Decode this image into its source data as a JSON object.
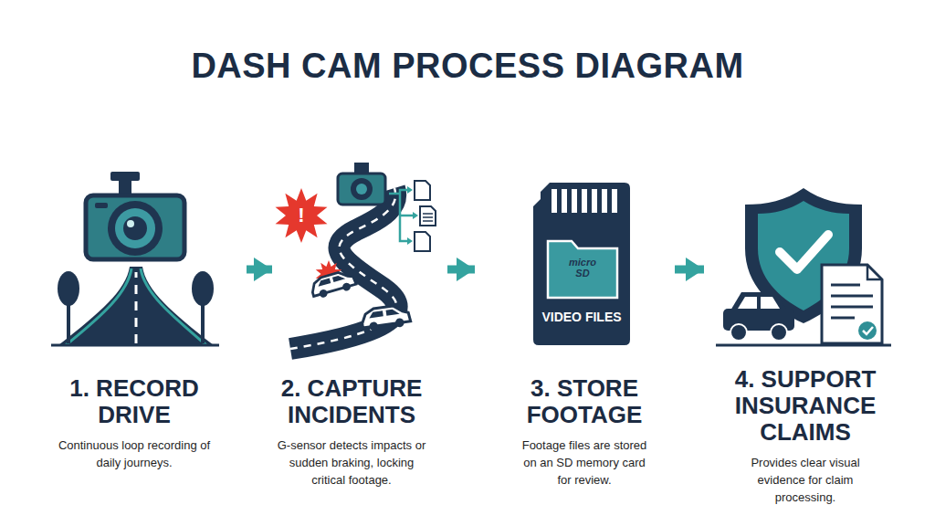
{
  "diagram": {
    "title": "DASH CAM PROCESS DIAGRAM",
    "nodes": [
      {
        "text": [
          "1. RECORD DRIVE",
          "Continuous loop recording of daily journeys."
        ]
      },
      {
        "text": [
          "2. CAPTURE INCIDENTS",
          "G-sensor detects impacts or sudden braking, locking critical footage."
        ]
      },
      {
        "text": [
          "3. STORE FOOTAGE",
          "Footage files are stored on an SD memory card for review."
        ]
      },
      {
        "text": [
          "4. SUPPORT INSURANCE CLAIMS",
          "Provides clear visual evidence for claim processing."
        ]
      }
    ],
    "edges": [
      {
        "from": 0,
        "to": 1,
        "arrow": "to"
      },
      {
        "from": 1,
        "to": 2,
        "arrow": "to"
      },
      {
        "from": 2,
        "to": 3,
        "arrow": "to"
      }
    ],
    "labels": [
      "!",
      "micro SD",
      "VIDEO FILES"
    ]
  }
}
